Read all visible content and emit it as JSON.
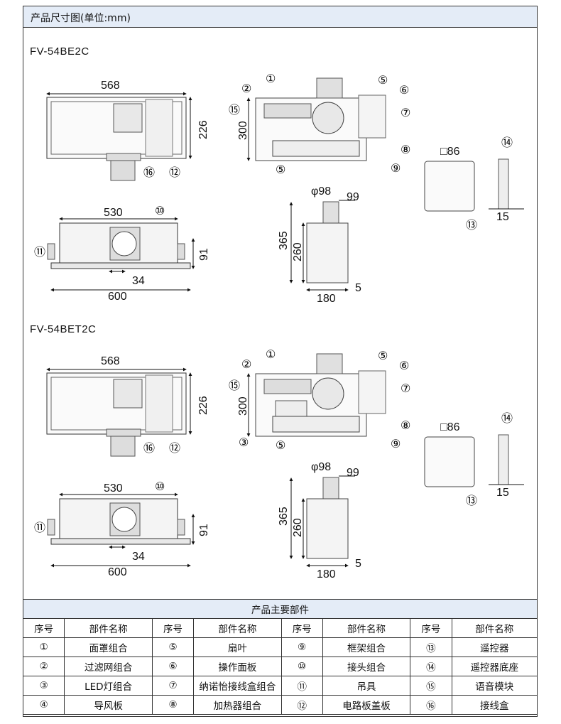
{
  "header": {
    "title": "产品尺寸图(单位:mm)"
  },
  "models": [
    {
      "name": "FV-54BE2C",
      "dims": {
        "w568": "568",
        "h226": "226",
        "h300": "300",
        "sq86": "□86",
        "d14": "⑭",
        "w15": "15",
        "w530": "530",
        "h91": "91",
        "w34": "34",
        "w600": "600",
        "phi98": "φ98",
        "w99": "99",
        "h365": "365",
        "h260": "260",
        "w180": "180",
        "w5": "5"
      },
      "callouts": [
        "①",
        "②",
        "⑤",
        "⑥",
        "⑦",
        "⑧",
        "⑨",
        "⑤",
        "⑮",
        "⑯",
        "⑫",
        "⑩",
        "⑪",
        "⑬"
      ]
    },
    {
      "name": "FV-54BET2C",
      "dims": {
        "w568": "568",
        "h226": "226",
        "h300": "300",
        "sq86": "□86",
        "d14": "⑭",
        "w15": "15",
        "w530": "530",
        "h91": "91",
        "w34": "34",
        "w600": "600",
        "phi98": "φ98",
        "w99": "99",
        "h365": "365",
        "h260": "260",
        "w180": "180",
        "w5": "5"
      },
      "callouts": [
        "①",
        "②",
        "⑤",
        "⑥",
        "⑦",
        "⑧",
        "⑨",
        "⑤",
        "③",
        "⑮",
        "⑯",
        "⑫",
        "⑩",
        "⑪",
        "⑬"
      ]
    }
  ],
  "parts_table": {
    "title": "产品主要部件",
    "headers": [
      "序号",
      "部件名称",
      "序号",
      "部件名称",
      "序号",
      "部件名称",
      "序号",
      "部件名称"
    ],
    "rows": [
      [
        "①",
        "面罩组合",
        "⑤",
        "扇叶",
        "⑨",
        "框架组合",
        "⑬",
        "遥控器"
      ],
      [
        "②",
        "过滤网组合",
        "⑥",
        "操作面板",
        "⑩",
        "接头组合",
        "⑭",
        "遥控器底座"
      ],
      [
        "③",
        "LED灯组合",
        "⑦",
        "纳诺怡接线盒组合",
        "⑪",
        "吊具",
        "⑮",
        "语音模块"
      ],
      [
        "④",
        "导风板",
        "⑧",
        "加热器组合",
        "⑫",
        "电路板盖板",
        "⑯",
        "接线盒"
      ]
    ]
  }
}
